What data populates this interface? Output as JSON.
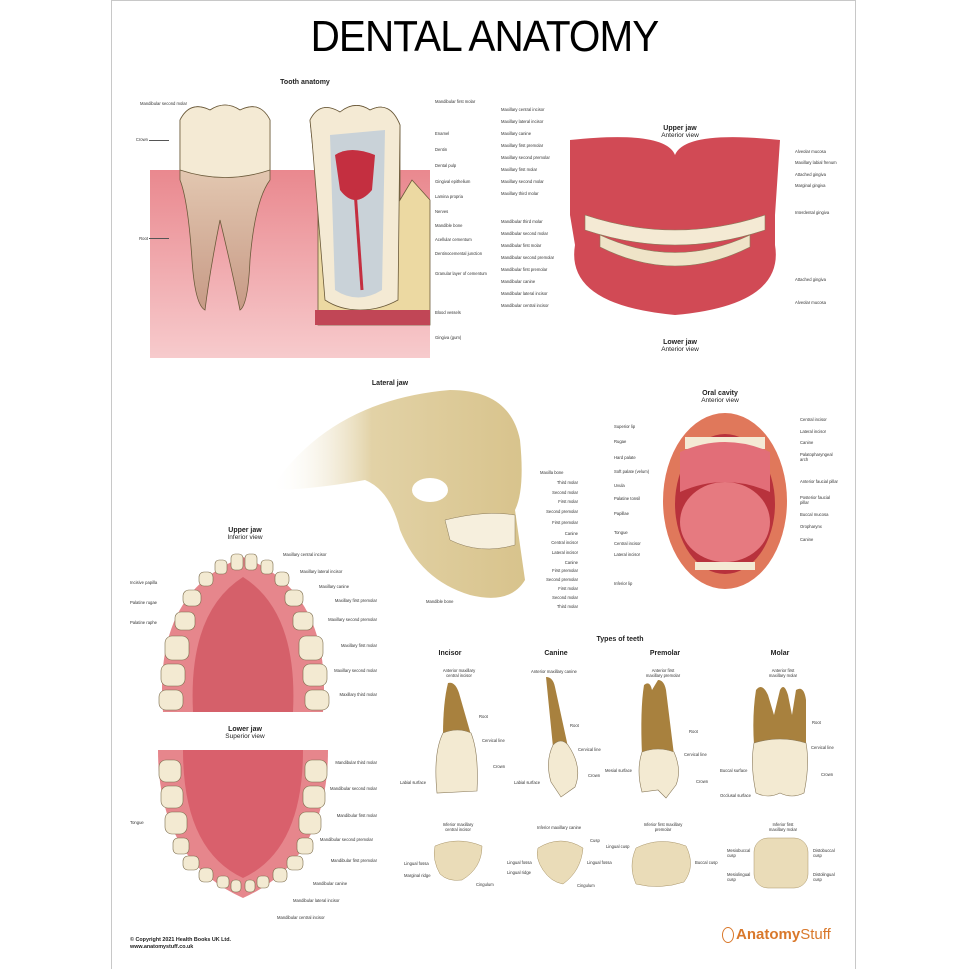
{
  "title": "DENTAL ANATOMY",
  "sections": {
    "tooth_anatomy": {
      "title": "Tooth anatomy",
      "left_labels": [
        "Mandibular second molar",
        "Crown",
        "Root"
      ],
      "right_labels": [
        "Mandibular first molar",
        "Enamel",
        "Dentin",
        "Dental pulp",
        "Gingival epithelium",
        "Lamina propria",
        "Nerves",
        "Mandible bone",
        "Acellular cementum",
        "Dentinocemental junction",
        "Granular layer of cementum",
        "Blood vessels",
        "Gingiva (gum)"
      ]
    },
    "upper_lower_anterior": {
      "upper_title": "Upper jaw",
      "upper_sub": "Anterior view",
      "lower_title": "Lower jaw",
      "lower_sub": "Anterior view",
      "left_labels": [
        "Maxillary central incisor",
        "Maxillary lateral incisor",
        "Maxillary canine",
        "Maxillary first premolar",
        "Maxillary second premolar",
        "Maxillary first molar",
        "Maxillary second molar",
        "Maxillary third molar",
        "Mandibular third molar",
        "Mandibular second molar",
        "Mandibular first molar",
        "Mandibular second premolar",
        "Mandibular first premolar",
        "Mandibular canine",
        "Mandibular lateral incisor",
        "Mandibular central incisor"
      ],
      "right_labels": [
        "Alveolar mucosa",
        "Maxillary labial frenum",
        "Attached gingiva",
        "Marginal gingiva",
        "Interdental gingiva",
        "Attached gingiva",
        "Alveolar mucosa"
      ]
    },
    "lateral_jaw": {
      "title": "Lateral jaw",
      "right_labels": [
        "Maxilla bone",
        "Third molar",
        "Second molar",
        "First molar",
        "Second premolar",
        "First premolar",
        "Canine",
        "Central incisor",
        "Lateral incisor",
        "Canine",
        "First premolar",
        "Second premolar",
        "First molar",
        "Second molar",
        "Third molar"
      ],
      "bottom_label": "Mandible bone"
    },
    "oral_cavity": {
      "title": "Oral cavity",
      "sub": "Anterior view",
      "left_labels": [
        "Superior lip",
        "Rugae",
        "Hard palate",
        "Soft palate (velum)",
        "Uvula",
        "Palatine tonsil",
        "Papillae",
        "Tongue",
        "Central incisor",
        "Lateral incisor",
        "Inferior lip"
      ],
      "right_labels": [
        "Central incisor",
        "Lateral incisor",
        "Canine",
        "Palatopharyngeal arch",
        "Anterior faucial pillar",
        "Posterior faucial pillar",
        "Buccal mucosa",
        "Oropharynx",
        "Canine"
      ]
    },
    "upper_jaw_inferior": {
      "title": "Upper jaw",
      "sub": "Inferior view",
      "left_labels": [
        "Incisive papilla",
        "Palatine rugae",
        "Palatine raphe"
      ],
      "right_labels": [
        "Maxillary central incisor",
        "Maxillary lateral incisor",
        "Maxillary canine",
        "Maxillary first premolar",
        "Maxillary second premolar",
        "Maxillary first molar",
        "Maxillary second molar",
        "Maxillary third molar"
      ]
    },
    "lower_jaw_superior": {
      "title": "Lower jaw",
      "sub": "Superior view",
      "left_labels": [
        "Tongue"
      ],
      "right_labels": [
        "Mandibular third molar",
        "Mandibular second molar",
        "Mandibular first molar",
        "Mandibular second premolar",
        "Mandibular first premolar",
        "Mandibular canine",
        "Mandibular lateral incisor",
        "Mandibular central incisor"
      ]
    },
    "types_of_teeth": {
      "title": "Types of teeth",
      "types": [
        {
          "name": "Incisor",
          "tooth": "Anterior maxillary central incisor",
          "labels": [
            "Root",
            "Cervical line",
            "Crown",
            "Labial surface"
          ],
          "occlusal_tooth": "Inferior maxillary central incisor",
          "occlusal_labels": [
            "Lingual fossa",
            "Marginal ridge",
            "Cingulum"
          ]
        },
        {
          "name": "Canine",
          "tooth": "Anterior maxillary canine",
          "labels": [
            "Root",
            "Cervical line",
            "Crown",
            "Labial surface"
          ],
          "occlusal_tooth": "Inferior maxillary canine",
          "occlusal_labels": [
            "Cusp",
            "Lingual fossa",
            "Lingual ridge",
            "Lingual fossa",
            "Cingulum"
          ]
        },
        {
          "name": "Premolar",
          "tooth": "Anterior first maxillary premolar",
          "labels": [
            "Root",
            "Cervical line",
            "Crown",
            "Mesial surface"
          ],
          "occlusal_tooth": "Inferior first maxillary premolar",
          "occlusal_labels": [
            "Lingual cusp",
            "Buccal cusp"
          ]
        },
        {
          "name": "Molar",
          "tooth": "Anterior first maxillary molar",
          "labels": [
            "Root",
            "Cervical line",
            "Crown",
            "Buccal surface",
            "Occlusal surface"
          ],
          "occlusal_tooth": "Inferior first maxillary molar",
          "occlusal_labels": [
            "Mesiobuccal cusp",
            "Distobuccal cusp",
            "Mesiolingual cusp",
            "Distolingual cusp"
          ]
        }
      ]
    }
  },
  "footer": {
    "copyright": "© Copyright 2021 Health Books UK Ltd.",
    "website": "www.anatomystuff.co.uk",
    "brand_bold": "Anatomy",
    "brand_thin": "Stuff"
  },
  "colors": {
    "gum": "#d9535a",
    "gum_light": "#f0a3a6",
    "tooth": "#f3ead2",
    "root": "#b08a4a",
    "bone": "#d9c48f",
    "brand": "#d9782b"
  }
}
